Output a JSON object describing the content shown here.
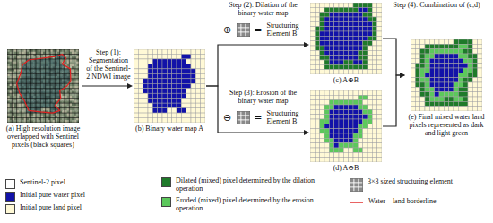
{
  "diagram": {
    "nodes": [
      {
        "text": [
          "(a) High resolution image overlapped with Sentinel pixels (black squares)"
        ]
      },
      {
        "text": [
          "(b) Binary water map A"
        ]
      },
      {
        "text": [
          "(c) A⊕B"
        ]
      },
      {
        "text": [
          "(d) A⊖B"
        ]
      },
      {
        "text": [
          "(e) Final mixed water land pixels represented as dark and light green"
        ]
      }
    ],
    "edges": [
      {
        "from": 0,
        "to": 1,
        "arrow": "to",
        "label": "Step (1): Segmentation of the Sentinel-2 NDWI image"
      },
      {
        "from": 1,
        "to": 2,
        "arrow": "to",
        "label": "Step (2): Dilation of the binary water map"
      },
      {
        "from": 1,
        "to": 3,
        "arrow": "to",
        "label": "Step (3): Erosion of the binary water map"
      },
      {
        "from": 2,
        "to": 4,
        "arrow": "to",
        "label": "Step (4): Combination of (c,d)"
      },
      {
        "from": 3,
        "to": 4,
        "arrow": "to"
      }
    ],
    "labels": [
      "⊕",
      "=",
      "Structuring Element B",
      "⊖",
      "=",
      "Structuring Element B"
    ],
    "legend": [
      {
        "text": "Sentinel-2 pixel",
        "color": "#ffffff"
      },
      {
        "text": "Initial pure water pixel",
        "color": "#1212a8"
      },
      {
        "text": "Initial pure land pixel",
        "color": "#fff9d6"
      },
      {
        "text": "Dilated (mixed) pixel determined by the dilation operation",
        "color": "#1f7a2a"
      },
      {
        "text": "Eroded (mixed) pixel determined by the erosion operation",
        "color": "#5cc85c"
      },
      {
        "text": "3×3 sized structuring element"
      },
      {
        "text": "Water – land borderline"
      }
    ]
  }
}
